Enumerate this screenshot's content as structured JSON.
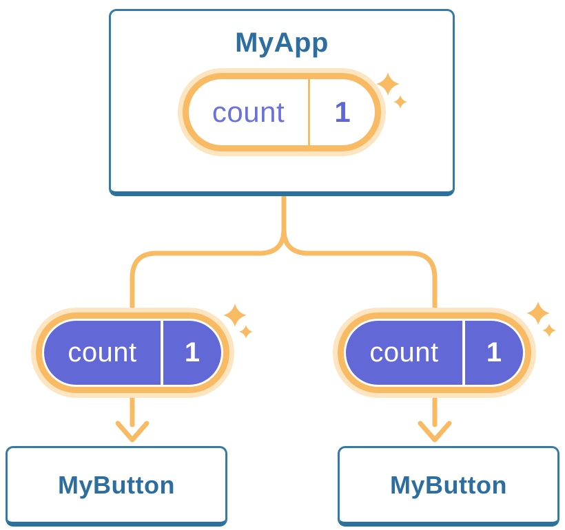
{
  "diagram": {
    "description": "Component tree where parent state is passed down as props",
    "root": {
      "label": "MyApp",
      "state": {
        "name": "count",
        "value": "1"
      }
    },
    "children": [
      {
        "label": "MyButton",
        "state": {
          "name": "count",
          "value": "1"
        }
      },
      {
        "label": "MyButton",
        "state": {
          "name": "count",
          "value": "1"
        }
      }
    ]
  },
  "icons": {
    "sparkle": "four-point-sparkle"
  },
  "colors": {
    "background": "#FFFFFF",
    "orange": "#F8BB63",
    "orange_glow": "#FCE5C0",
    "pill_purple": "#6269D6",
    "pill_name_text": "#6A71DA",
    "pill_value_text": "#5E66D3",
    "card_border": "#3579A6",
    "card_border_bottom": "#2C709C",
    "card_title_text": "#2D6E9E",
    "white": "#FFFFFF"
  }
}
